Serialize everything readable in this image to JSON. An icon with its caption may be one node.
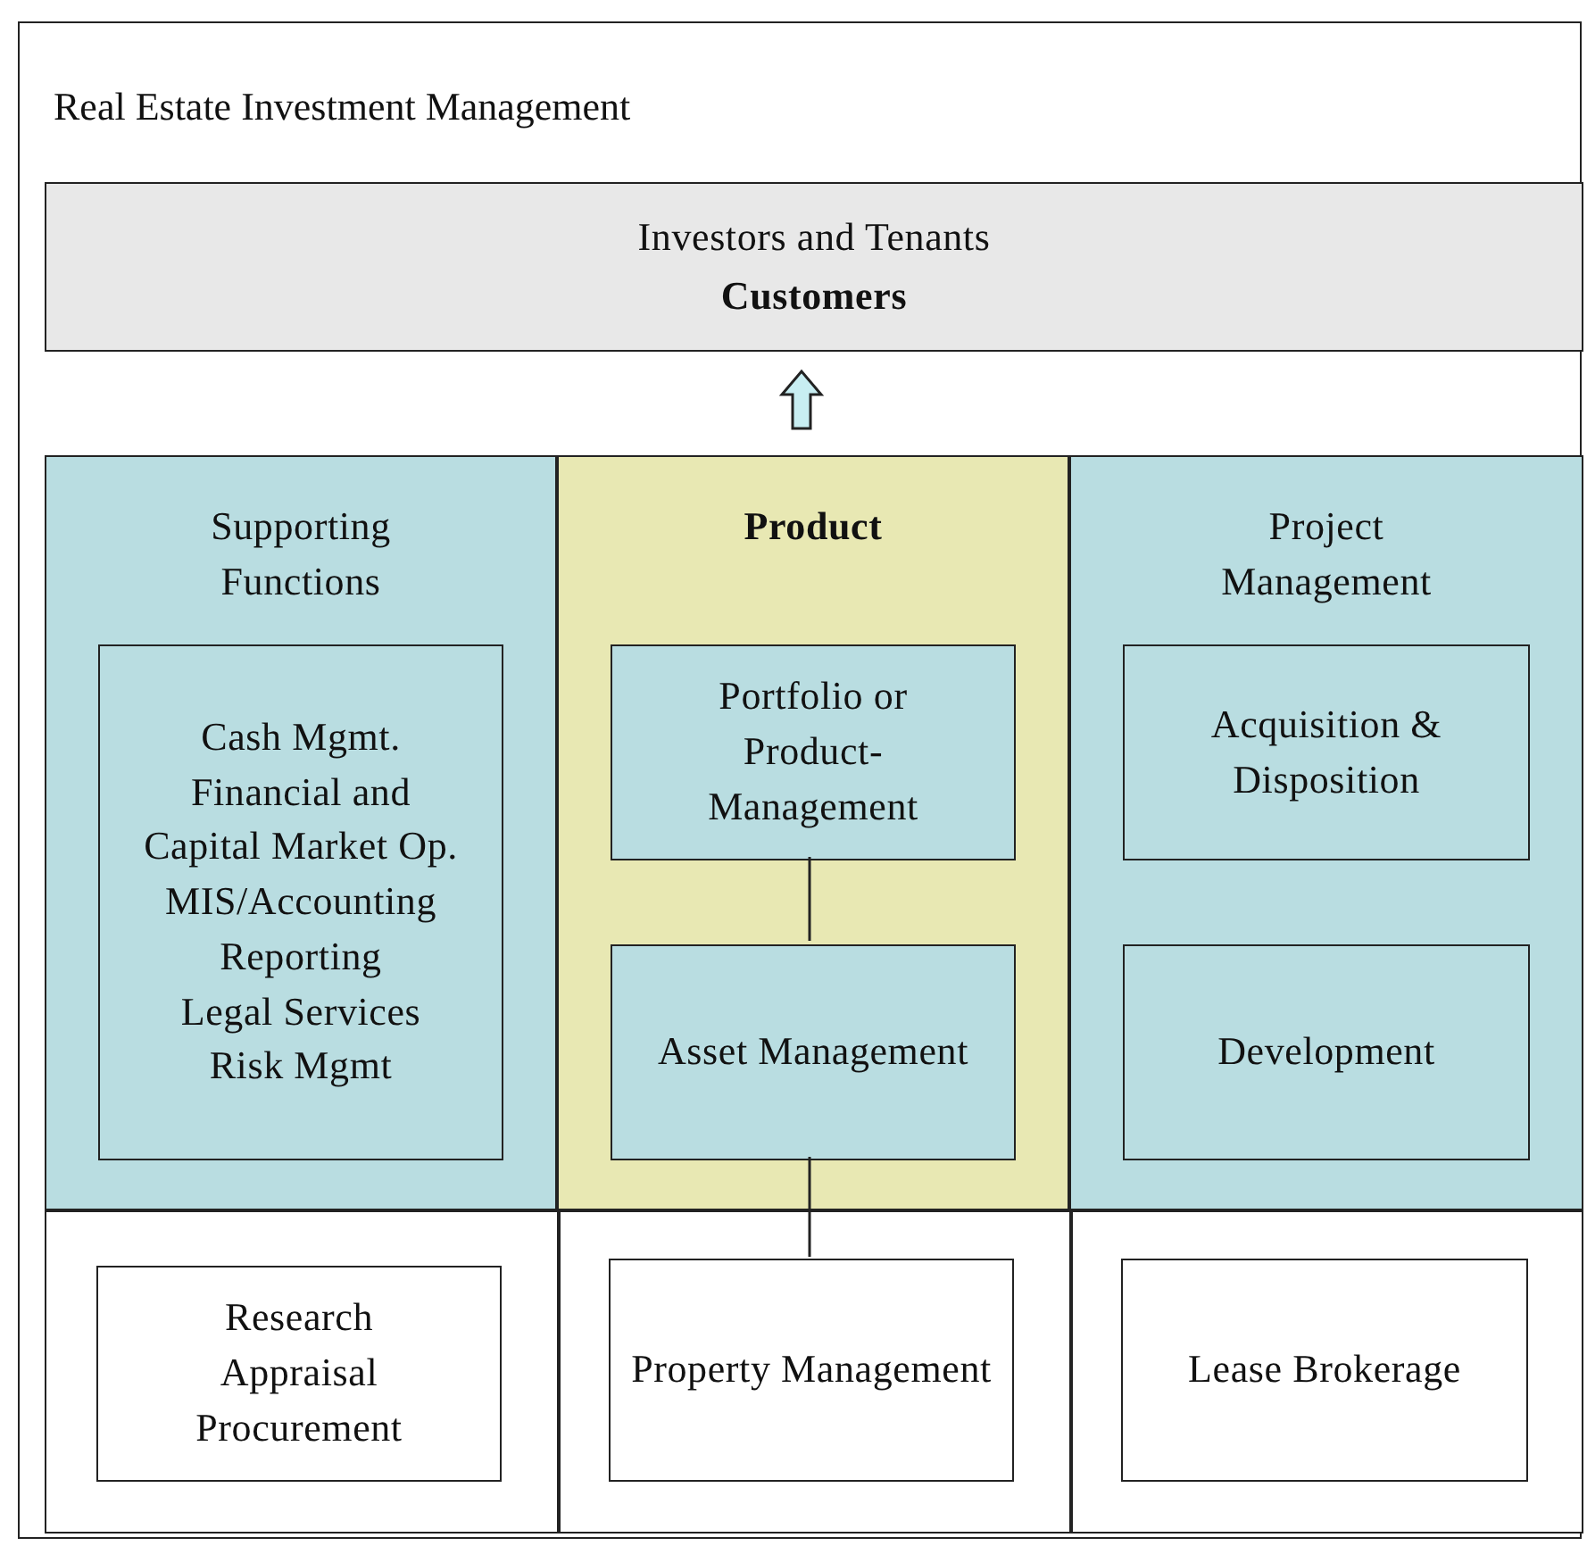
{
  "diagram": {
    "nodes": [
      {
        "text": [
          "Real Estate Investment Management"
        ]
      },
      {
        "text": [
          "Investors and Tenants",
          "Customers"
        ],
        "in": 0
      },
      {
        "text": [
          "Supporting Functions"
        ],
        "in": 0
      },
      {
        "text": [
          "Cash Mgmt.",
          "Financial and Capital Market Op.",
          "MIS/Accounting",
          "Reporting",
          "Legal Services",
          "Risk Mgmt"
        ],
        "in": 2
      },
      {
        "text": [
          "Product"
        ],
        "in": 0
      },
      {
        "text": [
          "Portfolio or Product-Management"
        ],
        "in": 4
      },
      {
        "text": [
          "Asset Management"
        ],
        "in": 4
      },
      {
        "text": [
          "Project Management"
        ],
        "in": 0
      },
      {
        "text": [
          "Acquisition & Disposition"
        ],
        "in": 7
      },
      {
        "text": [
          "Development"
        ],
        "in": 7
      },
      {
        "text": [
          "Research",
          "Appraisal",
          "Procurement"
        ],
        "in": 0
      },
      {
        "text": [
          "Property Management"
        ],
        "in": 0
      },
      {
        "text": [
          "Lease Brokerage"
        ],
        "in": 0
      }
    ],
    "edges": [
      {
        "from": 4,
        "to": 1,
        "arrow": "to",
        "style": "thick"
      },
      {
        "from": 5,
        "to": 6,
        "arrow": "none"
      },
      {
        "from": 6,
        "to": 11,
        "arrow": "none"
      }
    ]
  }
}
